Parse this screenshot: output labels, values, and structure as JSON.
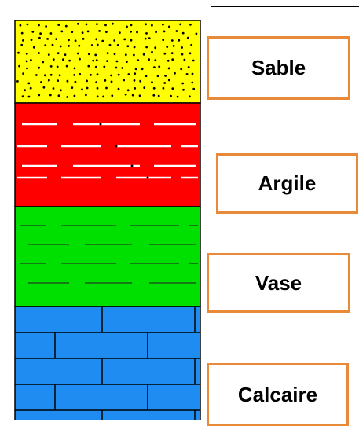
{
  "layers": [
    {
      "key": "sable",
      "label": "Sable",
      "color": "#ffff00",
      "pattern": "dots"
    },
    {
      "key": "argile",
      "label": "Argile",
      "color": "#ff0000",
      "pattern": "white-dashes"
    },
    {
      "key": "vase",
      "label": "Vase",
      "color": "#00e000",
      "pattern": "dark-dashes"
    },
    {
      "key": "calcaire",
      "label": "Calcaire",
      "color": "#1e8cf0",
      "pattern": "bricks"
    }
  ],
  "label_border_color": "#e88a3a"
}
